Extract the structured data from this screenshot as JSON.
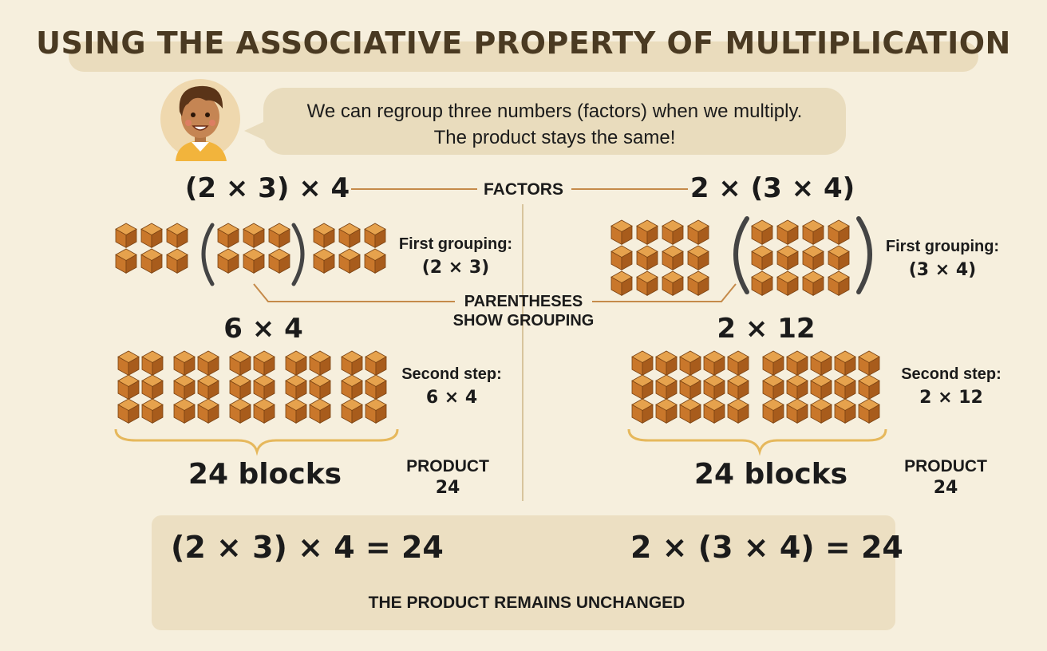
{
  "title": "USING THE ASSOCIATIVE PROPERTY OF MULTIPLICATION",
  "speech": {
    "line1": "We can regroup three numbers (factors) when we multiply.",
    "line2": "The product stays the same!"
  },
  "factors_label": "FACTORS",
  "parentheses_label": {
    "line1": "PARENTHESES",
    "line2": "SHOW GROUPING"
  },
  "left": {
    "expression": "(2 × 3) × 4",
    "first_grouping_label": "First grouping:",
    "first_grouping_value": "(2 × 3)",
    "second_expression": "6 × 4",
    "second_step_label": "Second step:",
    "second_step_value": "6 × 4",
    "blocks_label": "24 blocks",
    "product_label": "PRODUCT",
    "product_value": "24"
  },
  "right": {
    "expression": "2 × (3 × 4)",
    "first_grouping_label": "First grouping:",
    "first_grouping_value": "(3 × 4)",
    "second_expression": "2 × 12",
    "second_step_label": "Second step:",
    "second_step_value": "2 × 12",
    "blocks_label": "24 blocks",
    "product_label": "PRODUCT",
    "product_value": "24"
  },
  "bottom": {
    "left_equation": "(2 × 3) × 4 = 24",
    "right_equation": "2 × (3 × 4) = 24",
    "caption": "THE PRODUCT REMAINS UNCHANGED"
  },
  "colors": {
    "background": "#f6efdd",
    "panel": "#eadcbd",
    "block_top": "#e6a24d",
    "block_left": "#c9772b",
    "block_right": "#a85c1c",
    "connector": "#c58a4a",
    "arrow": "#d8873e",
    "brace": "#e6b85c"
  },
  "icons": [
    "boy-avatar-icon",
    "cube-block-icon",
    "curved-arrow-icon"
  ]
}
